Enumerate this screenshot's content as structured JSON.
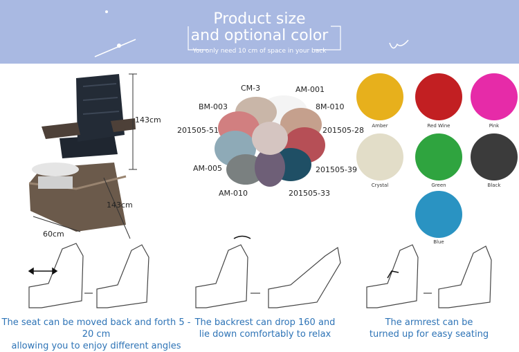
{
  "banner": {
    "title_line1": "Product size",
    "title_line2": "and optional color",
    "subtitle": "You only need 10 cm of space in your back",
    "bg_color": "#a9b9e2"
  },
  "dimensions": {
    "height": "143cm",
    "depth": "143cm",
    "width": "60cm"
  },
  "leather_colors": [
    "CM-3",
    "AM-001",
    "BM-003",
    "8M-010",
    "201505-51",
    "201505-28",
    "AM-005",
    "201505-39",
    "AM-010",
    "201505-33"
  ],
  "bowl_colors": [
    {
      "label": "Amber",
      "color": "#e7b01c"
    },
    {
      "label": "Red Wine",
      "color": "#c21f22"
    },
    {
      "label": "Pink",
      "color": "#e62ba8"
    },
    {
      "label": "Crystal",
      "color": "#e2ddc8"
    },
    {
      "label": "Green",
      "color": "#2fa43f"
    },
    {
      "label": "Black",
      "color": "#3b3b3b"
    },
    {
      "label": "Blue",
      "color": "#2a93c2"
    }
  ],
  "features": [
    {
      "line1": "The seat can be moved back and forth 5 - 20 cm",
      "line2": "allowing you to enjoy different angles"
    },
    {
      "line1": "The backrest can drop 160 and",
      "line2": "lie down comfortably to relax"
    },
    {
      "line1": "The armrest can be",
      "line2": "turned up for easy seating"
    }
  ],
  "accent_color": "#2d73b6"
}
